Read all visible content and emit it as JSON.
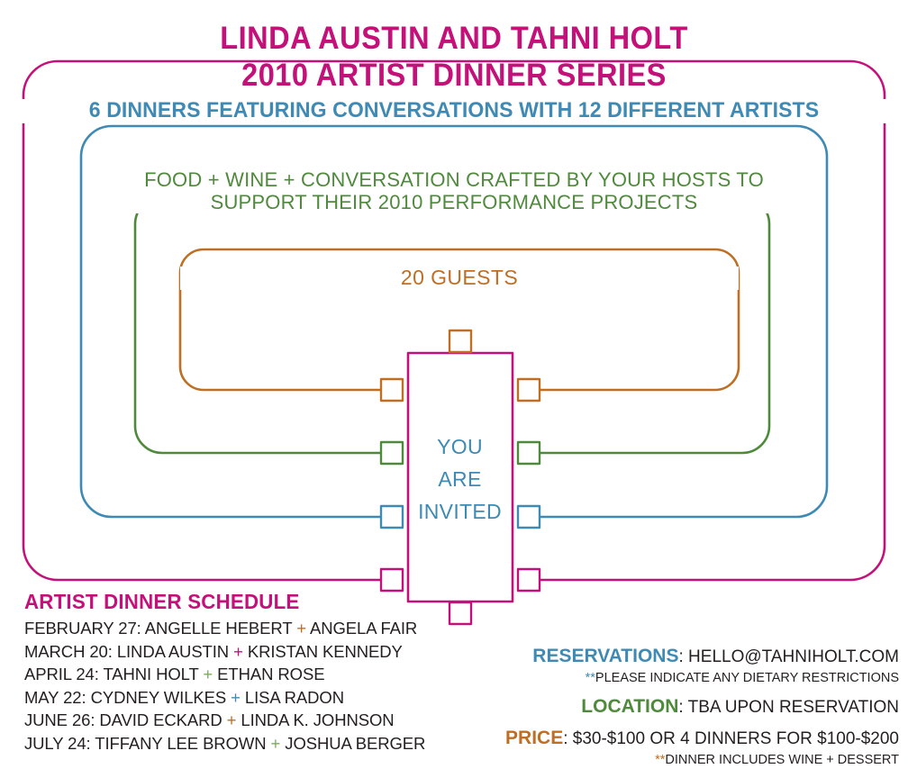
{
  "colors": {
    "magenta": "#c4117a",
    "blue": "#3e8ab4",
    "green": "#4f8a3c",
    "orange": "#bf6f24",
    "ink": "#231f20"
  },
  "header": {
    "line1": "LINDA AUSTIN AND TAHNI HOLT",
    "line2": "2010 ARTIST DINNER SERIES"
  },
  "bands": {
    "blue": "6 DINNERS FEATURING CONVERSATIONS WITH 12 DIFFERENT ARTISTS",
    "green_line1": "FOOD + WINE + CONVERSATION CRAFTED BY YOUR HOSTS TO",
    "green_line2": "SUPPORT THEIR 2010 PERFORMANCE PROJECTS",
    "orange": "20 GUESTS"
  },
  "center": {
    "line1": "YOU",
    "line2": "ARE",
    "line3": "INVITED"
  },
  "schedule": {
    "heading": "ARTIST DINNER SCHEDULE",
    "rows": [
      {
        "date": "FEBRUARY 27: ",
        "artist1": "ANGELLE HEBERT ",
        "plus": "+",
        "plus_color": "#bf6f24",
        "artist2": " ANGELA FAIR"
      },
      {
        "date": "MARCH 20: ",
        "artist1": "LINDA AUSTIN ",
        "plus": "+",
        "plus_color": "#c4117a",
        "artist2": " KRISTAN KENNEDY"
      },
      {
        "date": "APRIL 24: ",
        "artist1": "TAHNI HOLT ",
        "plus": "+",
        "plus_color": "#7cab5a",
        "artist2": " ETHAN ROSE"
      },
      {
        "date": "MAY 22: ",
        "artist1": "CYDNEY WILKES ",
        "plus": "+",
        "plus_color": "#3e8ab4",
        "artist2": " LISA RADON"
      },
      {
        "date": "JUNE 26: ",
        "artist1": "DAVID ECKARD ",
        "plus": "+",
        "plus_color": "#bf6f24",
        "artist2": " LINDA K. JOHNSON"
      },
      {
        "date": "JULY 24: ",
        "artist1": "TIFFANY LEE BROWN ",
        "plus": "+",
        "plus_color": "#7cab5a",
        "artist2": " JOSHUA BERGER"
      }
    ]
  },
  "info": {
    "reservations_label": "RESERVATIONS",
    "reservations_sep": ": ",
    "reservations_value": "HELLO@TAHNIHOLT.COM",
    "reservations_note_stars": "**",
    "reservations_note": "PLEASE INDICATE ANY DIETARY RESTRICTIONS",
    "location_label": "LOCATION",
    "location_sep": ": ",
    "location_value": "TBA UPON RESERVATION",
    "price_label": "PRICE",
    "price_sep": ": ",
    "price_value": "$30-$100 OR 4 DINNERS FOR $100-$200",
    "price_note_stars": "**",
    "price_note": "DINNER INCLUDES WINE + DESSERT"
  }
}
